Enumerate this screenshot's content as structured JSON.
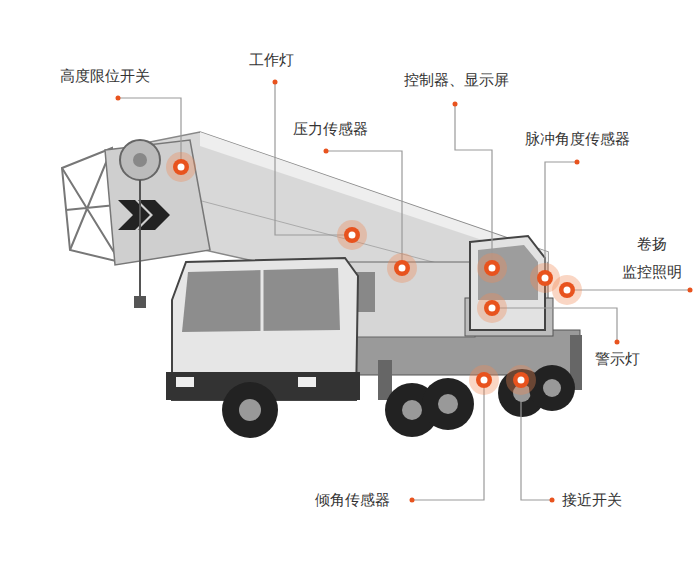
{
  "diagram": {
    "labels": [
      "高度限位开关",
      "工作灯",
      "控制器、显示屏",
      "压力传感器",
      "脉冲角度传感器",
      "卷扬",
      "监控照明",
      "警示灯",
      "倾角传感器",
      "接近开关"
    ]
  }
}
